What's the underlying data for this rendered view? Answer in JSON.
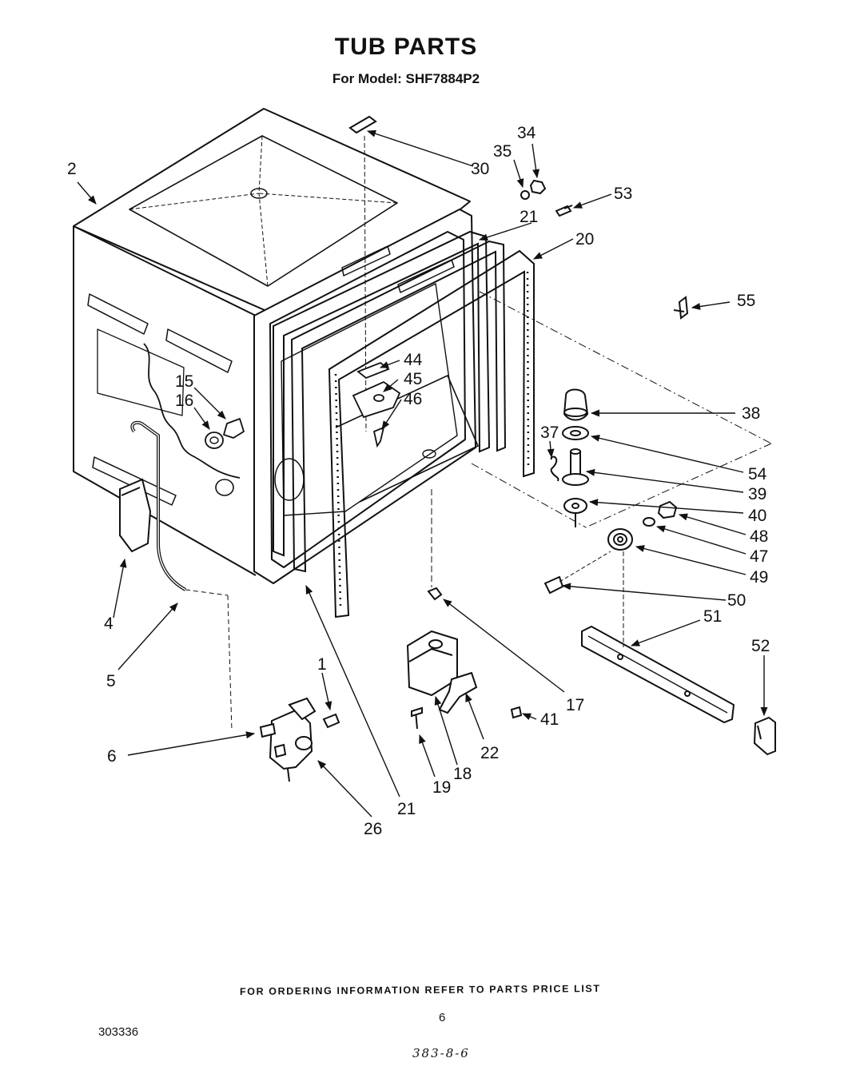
{
  "header": {
    "title": "TUB PARTS",
    "subtitle": "For Model: SHF7884P2"
  },
  "callouts": [
    {
      "id": "2",
      "label": "2"
    },
    {
      "id": "30",
      "label": "30"
    },
    {
      "id": "35",
      "label": "35"
    },
    {
      "id": "34",
      "label": "34"
    },
    {
      "id": "53",
      "label": "53"
    },
    {
      "id": "21a",
      "label": "21"
    },
    {
      "id": "20",
      "label": "20"
    },
    {
      "id": "55",
      "label": "55"
    },
    {
      "id": "44",
      "label": "44"
    },
    {
      "id": "45",
      "label": "45"
    },
    {
      "id": "46",
      "label": "46"
    },
    {
      "id": "15",
      "label": "15"
    },
    {
      "id": "16",
      "label": "16"
    },
    {
      "id": "38",
      "label": "38"
    },
    {
      "id": "37",
      "label": "37"
    },
    {
      "id": "54",
      "label": "54"
    },
    {
      "id": "39",
      "label": "39"
    },
    {
      "id": "40",
      "label": "40"
    },
    {
      "id": "48",
      "label": "48"
    },
    {
      "id": "47",
      "label": "47"
    },
    {
      "id": "49",
      "label": "49"
    },
    {
      "id": "50",
      "label": "50"
    },
    {
      "id": "51",
      "label": "51"
    },
    {
      "id": "52",
      "label": "52"
    },
    {
      "id": "4",
      "label": "4"
    },
    {
      "id": "5",
      "label": "5"
    },
    {
      "id": "1",
      "label": "1"
    },
    {
      "id": "6",
      "label": "6"
    },
    {
      "id": "17",
      "label": "17"
    },
    {
      "id": "41",
      "label": "41"
    },
    {
      "id": "22",
      "label": "22"
    },
    {
      "id": "18",
      "label": "18"
    },
    {
      "id": "19",
      "label": "19"
    },
    {
      "id": "21b",
      "label": "21"
    },
    {
      "id": "26",
      "label": "26"
    }
  ],
  "footer": {
    "note": "FOR ORDERING INFORMATION REFER TO PARTS PRICE LIST",
    "page_number": "6",
    "doc_number": "303336",
    "handwritten_code": "383-8-6"
  }
}
